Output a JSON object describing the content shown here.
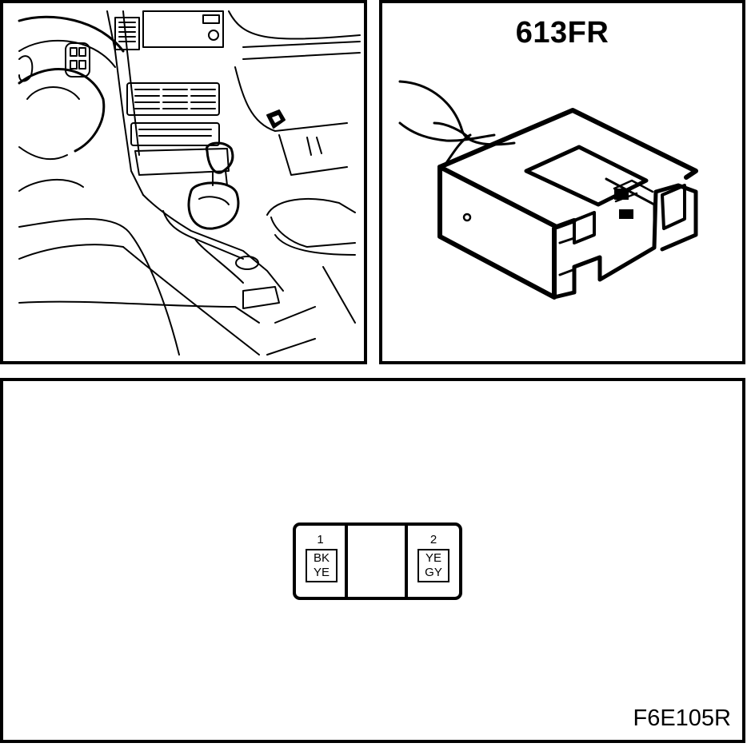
{
  "connector": {
    "code": "613FR",
    "figure_id": "F6E105R"
  },
  "pinout": {
    "pins": [
      {
        "number": "1",
        "wire_colors": [
          "BK",
          "YE"
        ]
      },
      {
        "number": "2",
        "wire_colors": [
          "YE",
          "GY"
        ]
      }
    ],
    "empty_cavities": 1
  },
  "colors": {
    "line": "#000000",
    "background": "#ffffff"
  },
  "icons": {
    "location_view": "car-interior-center-console-illustration",
    "connector_view": "two-pin-connector-housing-illustration"
  }
}
